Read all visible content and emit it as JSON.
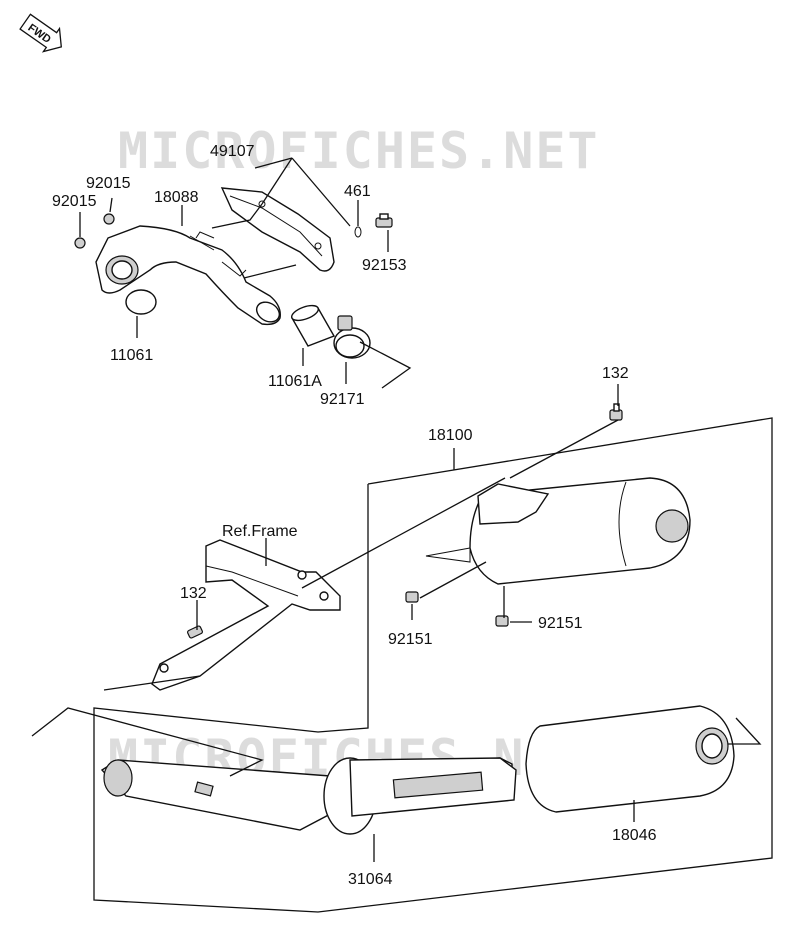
{
  "direction_badge": "FWD",
  "watermark": "MICROFICHES.NET",
  "parts": {
    "p49107": "49107",
    "p92015a": "92015",
    "p92015b": "92015",
    "p18088": "18088",
    "p461": "461",
    "p92153": "92153",
    "p11061": "11061",
    "p11061A": "11061A",
    "p92171": "92171",
    "p132_top": "132",
    "p18100": "18100",
    "p_ref_frame": "Ref.Frame",
    "p132_left": "132",
    "p92151_left": "92151",
    "p92151_right": "92151",
    "p18046": "18046",
    "p31064": "31064"
  }
}
